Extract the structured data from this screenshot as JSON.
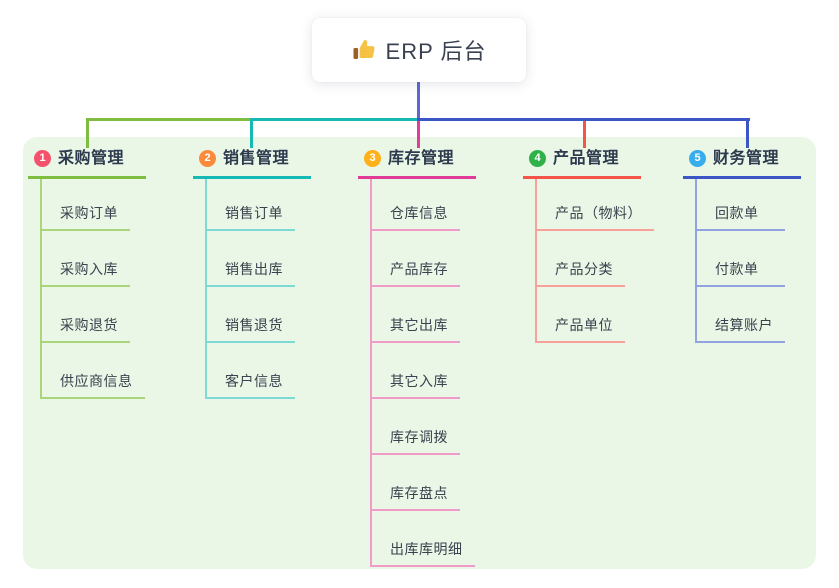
{
  "root": {
    "icon": "thumbs-up",
    "label": "ERP 后台",
    "line_color": "#5a68d8"
  },
  "panel_color": "#eaf7e6",
  "branches": [
    {
      "num": "1",
      "label": "采购管理",
      "badge_color": "#f4516c",
      "line_color": "#7ebd3f",
      "child_line_color": "#a9d57b",
      "children": [
        "采购订单",
        "采购入库",
        "采购退货",
        "供应商信息"
      ]
    },
    {
      "num": "2",
      "label": "销售管理",
      "badge_color": "#fb8a3c",
      "line_color": "#16b9b3",
      "child_line_color": "#7edad4",
      "children": [
        "销售订单",
        "销售出库",
        "销售退货",
        "客户信息"
      ]
    },
    {
      "num": "3",
      "label": "库存管理",
      "badge_color": "#ffb11c",
      "line_color": "#e13c97",
      "child_line_color": "#f09bc8",
      "children": [
        "仓库信息",
        "产品库存",
        "其它出库",
        "其它入库",
        "库存调拨",
        "库存盘点",
        "出库库明细"
      ]
    },
    {
      "num": "4",
      "label": "产品管理",
      "badge_color": "#30b24a",
      "line_color": "#f5544a",
      "child_line_color": "#f8a19a",
      "children": [
        "产品（物料）",
        "产品分类",
        "产品单位"
      ]
    },
    {
      "num": "5",
      "label": "财务管理",
      "badge_color": "#38adee",
      "line_color": "#3d56c6",
      "child_line_color": "#93a3e2",
      "children": [
        "回款单",
        "付款单",
        "结算账户"
      ]
    }
  ]
}
